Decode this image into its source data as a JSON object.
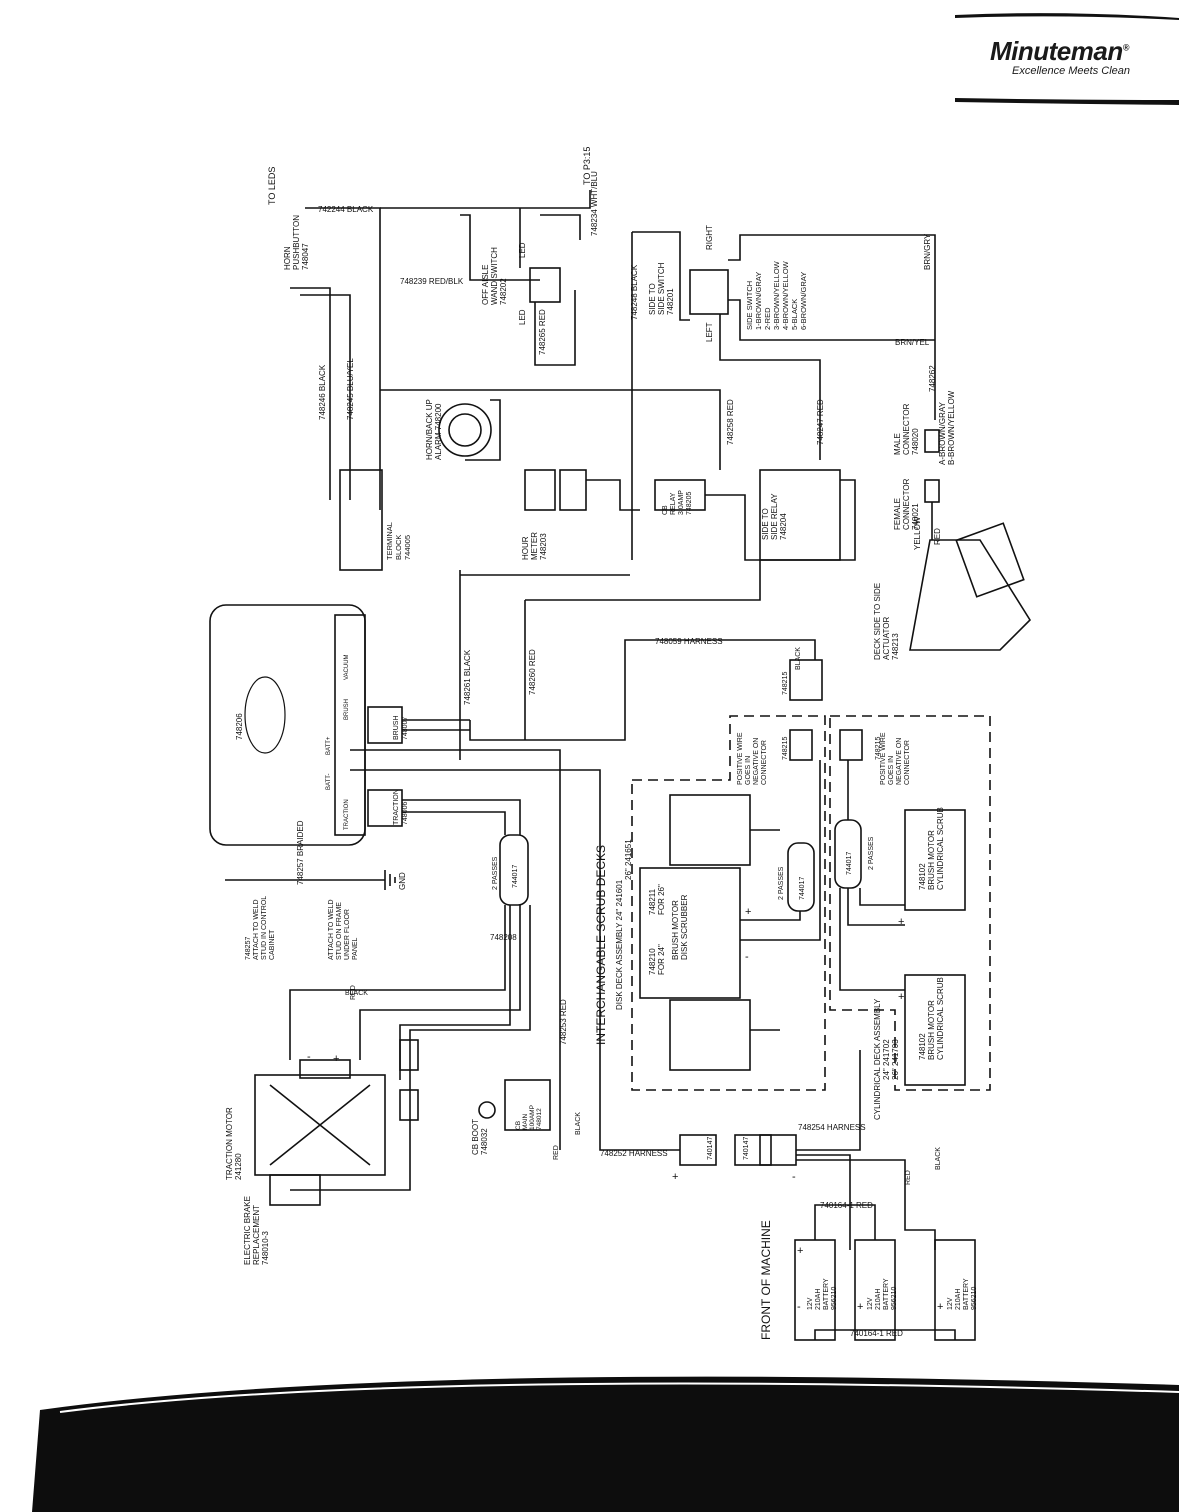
{
  "brand": {
    "logo_text": "Minuteman",
    "registered_mark": "®",
    "tagline": "Excellence Meets Clean"
  },
  "diagram": {
    "to_leds": "TO LEDS",
    "to_p315": "TO P3:15",
    "wire_742244": "742244 BLACK",
    "wire_748234": "748234 WHT/BLU",
    "wire_748239": "748239 RED/BLK",
    "wire_748248": "748248 BLACK",
    "wire_748265": "748265 RED",
    "wire_748246": "748246 BLACK",
    "wire_748245": "748245 BLU/YEL",
    "wire_748258": "748258 RED",
    "wire_748247": "748247 RED",
    "wire_748262": "748262",
    "wire_748261": "748261 BLACK",
    "wire_748260": "748260 RED",
    "wire_748059": "748059 HARNESS",
    "wire_748253": "748253 RED",
    "wire_748252": "748252 HARNESS",
    "wire_748254": "748254 HARNESS",
    "wire_748208": "748208",
    "wire_748257": "748257 BRAIDED",
    "wire_740164_top": "740164-1 RED",
    "wire_740164_bottom": "740164-1 RED",
    "horn_button": [
      "HORN",
      "PUSHBUTTON",
      "748047"
    ],
    "off_aisle": [
      "OFF AISLE",
      "WAND SWITCH",
      "748202"
    ],
    "led_a": "LED",
    "led_b": "LED",
    "side_to_side_switch": [
      "SIDE TO",
      "SIDE SWITCH",
      "748201"
    ],
    "right": "RIGHT",
    "left": "LEFT",
    "side_switch_legend": [
      "SIDE SWITCH",
      "1-BROWN/GRAY",
      "2-RED",
      "3-BROWN/YELLOW",
      "4-BROWN/YELLOW",
      "5-BLACK",
      "6-BROWN/GRAY"
    ],
    "brn_gry": "BRN/GRY",
    "brn_yel": "BRN/YEL",
    "horn_alarm": [
      "HORN/BACK UP",
      "ALARM 748200"
    ],
    "terminal_block": [
      "TERMINAL",
      "BLOCK",
      "744005"
    ],
    "hour_meter": [
      "HOUR",
      "METER",
      "748203"
    ],
    "cb_relay": [
      "CB",
      "RELAY",
      "3.0AMP",
      "748205"
    ],
    "side_relay": [
      "SIDE TO",
      "SIDE RELAY",
      "748204"
    ],
    "male_connector": [
      "MALE",
      "CONNECTOR",
      "748020"
    ],
    "connector_legend": [
      "A-BROWN/GRAY",
      "B-BROWN/YELLOW"
    ],
    "female_connector": [
      "FEMALE",
      "CONNECTOR",
      "748021"
    ],
    "yellow": "YELLOW",
    "red": "RED",
    "black": "BLACK",
    "actuator": [
      "DECK SIDE TO SIDE",
      "ACTUATOR",
      "748213"
    ],
    "controller_id": "748206",
    "brush_conn": [
      "BRUSH",
      "748007"
    ],
    "traction_conn": [
      "TRACTION",
      "748006"
    ],
    "ctrl_labels": [
      "BRUSH",
      "VACUUM",
      "BATT-",
      "BATT+",
      "TRACTION"
    ],
    "plug_748215": "748215",
    "plug_748215_b": "748215",
    "plug_748215_c": "748215",
    "positive_note_a": [
      "POSITIVE WIRE",
      "GOES IN",
      "NEGATIVE ON",
      "CONNECTOR"
    ],
    "positive_note_b": [
      "POSITIVE WIRE",
      "GOES IN",
      "NEGATIVE ON",
      "CONNECTOR"
    ],
    "ferrite": "744017",
    "passes": "2 PASSES",
    "gnd": "GND",
    "weld_control": [
      "748257",
      "ATTACH TO WELD",
      "STUD IN CONTROL",
      "CABINET"
    ],
    "weld_frame": [
      "ATTACH TO WELD",
      "STUD ON FRAME",
      "UNDER FLOOR",
      "PANEL"
    ],
    "scrub_decks": "INTERCHANGABLE SCRUB DECKS",
    "disk_deck": [
      "DISK DECK ASSEMBLY 24\" 241601",
      "26\" 241651"
    ],
    "disk_motor": [
      "748210",
      "FOR 24\"",
      "748211",
      "FOR 26\"",
      "BRUSH MOTOR",
      "DISK SCRUBBER"
    ],
    "cyl_motor": [
      "748102",
      "BRUSH MOTOR",
      "CYLINDRICAL SCRUB"
    ],
    "cyl_deck": [
      "CYLINDRICAL DECK ASSEMBLY",
      "24\" 241702",
      "26\" 241703"
    ],
    "traction_motor": [
      "TRACTION MOTOR",
      "241280"
    ],
    "brake": [
      "ELECTRIC BRAKE",
      "REPLACEMENT",
      "748010-3"
    ],
    "cb_boot": [
      "CB BOOT",
      "748032"
    ],
    "cb_main": [
      "CB",
      "MAIN",
      "100AMP",
      "748012"
    ],
    "conn_740147": "740147",
    "battery": [
      "12V",
      "210AH",
      "BATTERY",
      "956210"
    ],
    "front": "FRONT OF MACHINE"
  }
}
